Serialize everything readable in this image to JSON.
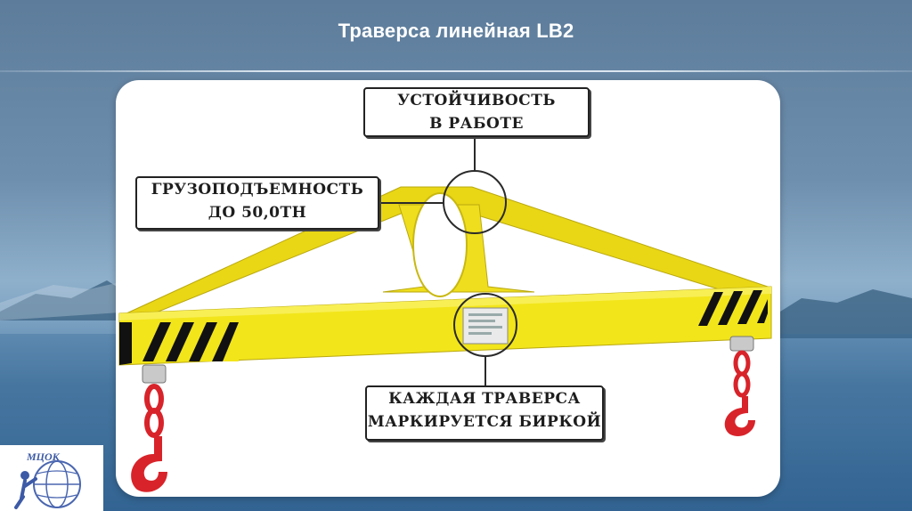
{
  "slide": {
    "title": "Траверса линейная LB2"
  },
  "callouts": {
    "stability": {
      "line1": "УСТОЙЧИВОСТЬ",
      "line2": "В РАБОТЕ"
    },
    "capacity": {
      "line1": "ГРУЗОПОДЪЕМНОСТЬ",
      "line2": "ДО 50,0ТН"
    },
    "marking": {
      "line1": "КАЖДАЯ ТРАВЕРСА",
      "line2": "МАРКИРУЕТСЯ БИРКОЙ"
    }
  },
  "logo": {
    "text": "МЦОК"
  },
  "colors": {
    "beam_yellow": "#f2e51a",
    "hook_red": "#d8232a",
    "stripe_black": "#111111"
  }
}
